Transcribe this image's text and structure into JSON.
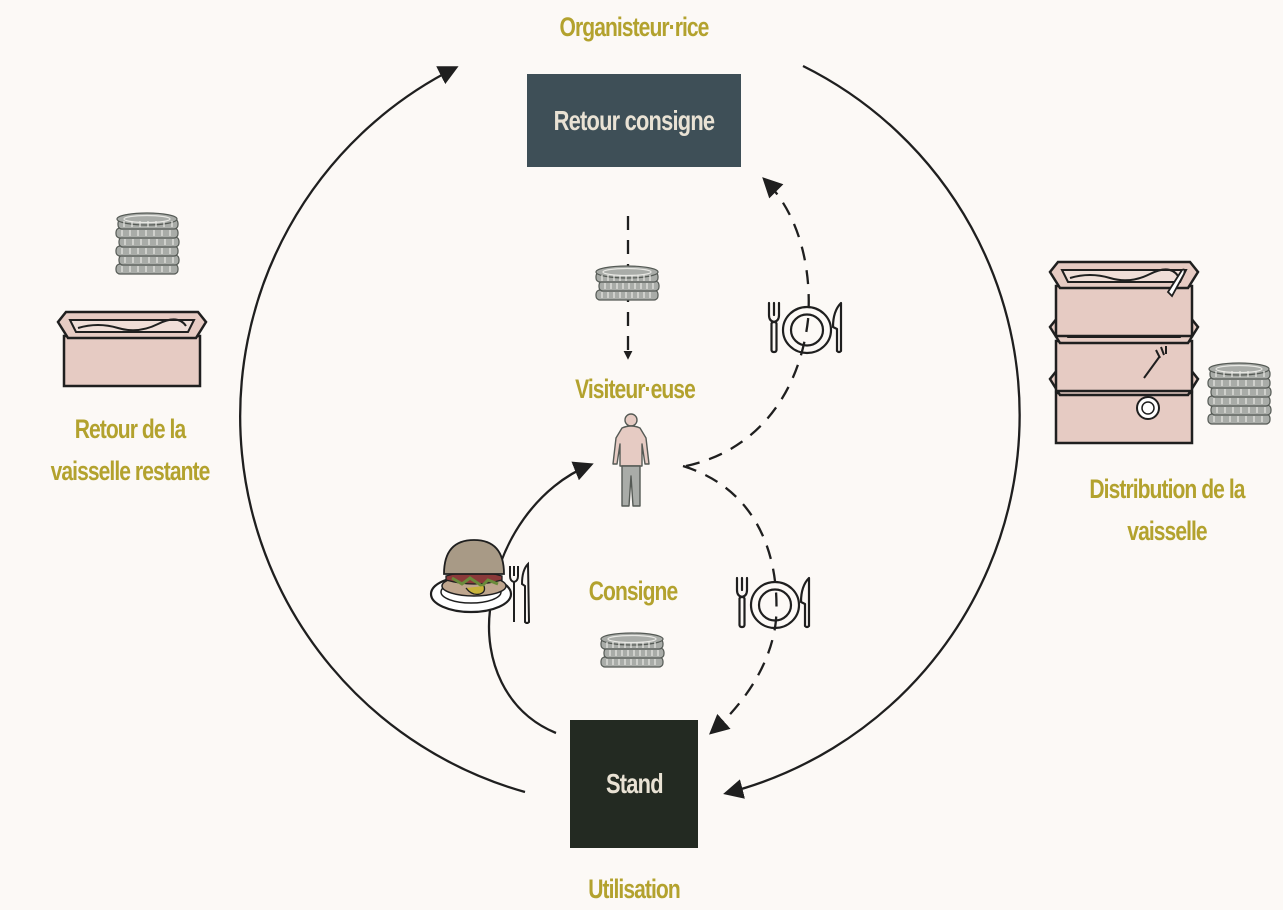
{
  "nodes": {
    "organizer": {
      "label": "Organisteur·rice",
      "box_label": "Retour consigne",
      "box_color": "#3e4f57"
    },
    "visitor": {
      "label": "Visiteur·euse"
    },
    "stand": {
      "box_label": "Stand",
      "label": "Utilisation",
      "box_color": "#232a22"
    }
  },
  "labels": {
    "left_line1": "Retour de la",
    "left_line2": "vaisselle restante",
    "right_line1": "Distribution de la",
    "right_line2": "vaisselle",
    "deposit": "Consigne"
  },
  "colors": {
    "background": "#fcf9f6",
    "label_text": "#b3a22e",
    "box_text": "#e9e2d4",
    "crate": "#e6cbc3",
    "coin": "#a9aca8",
    "arrow": "#1f1f1f"
  },
  "icons": [
    "coin-stack-icon",
    "crate-icon",
    "stacked-crates-icon",
    "tableware-icon",
    "person-icon",
    "burger-plate-icon"
  ]
}
